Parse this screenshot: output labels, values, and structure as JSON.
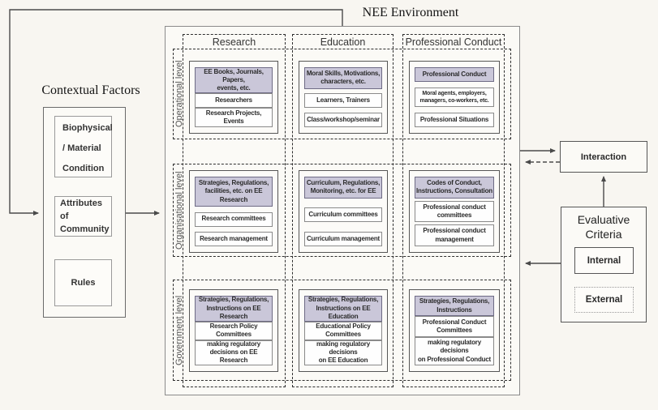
{
  "nee": {
    "title": "NEE Environment",
    "columns": [
      {
        "label": "Research"
      },
      {
        "label": "Education"
      },
      {
        "label": "Professional Conduct"
      }
    ],
    "levels": [
      {
        "label": "Operational level"
      },
      {
        "label": "Organisational level"
      },
      {
        "label": "Government level"
      }
    ],
    "cells": [
      {
        "top": "EE Books, Journals, Papers,\nevents, etc.",
        "mid": "Researchers",
        "bottom": "Research Projects, Events"
      },
      {
        "top": "Moral Skills, Motivations,\ncharacters, etc.",
        "mid": "Learners, Trainers",
        "bottom": "Class/workshop/seminar"
      },
      {
        "top": "Professional Conduct",
        "mid": "Moral agents, employers,\nmanagers, co-workers, etc.",
        "bottom": "Professional Situations"
      },
      {
        "top": "Strategies, Regulations,\nfacilities, etc. on EE Research",
        "mid": "Research committees",
        "bottom": "Research management"
      },
      {
        "top": "Curriculum, Regulations,\nMonitoring, etc. for EE",
        "mid": "Curriculum committees",
        "bottom": "Curriculum management"
      },
      {
        "top": "Codes of Conduct,\nInstructions, Consultation",
        "mid": "Professional conduct\ncommittees",
        "bottom": "Professional conduct\nmanagement"
      },
      {
        "top": "Strategies, Regulations,\nInstructions on EE Research",
        "mid": "Research Policy Committees",
        "bottom": "making regulatory\ndecisions on EE Research"
      },
      {
        "top": "Strategies, Regulations,\nInstructions on EE Education",
        "mid": "Educational Policy\nCommittees",
        "bottom": "making regulatory decisions\non EE Education"
      },
      {
        "top": "Strategies, Regulations,\nInstructions",
        "mid": "Professional Conduct\nCommittees",
        "bottom": "making regulatory decisions\non Professional Conduct"
      }
    ]
  },
  "contextual": {
    "title": "Contextual Factors",
    "boxes": [
      {
        "text": "Biophysical\n/ Material\nCondition"
      },
      {
        "text": "Attributes of\nCommunity"
      },
      {
        "text": "Rules"
      }
    ]
  },
  "right": {
    "interaction": "Interaction",
    "evaluative_title": "Evaluative\nCriteria",
    "internal": "Internal",
    "external": "External"
  },
  "colors": {
    "background": "#f8f6f1",
    "shaded_box": "#cac7d9",
    "line": "#4a4a4a"
  }
}
